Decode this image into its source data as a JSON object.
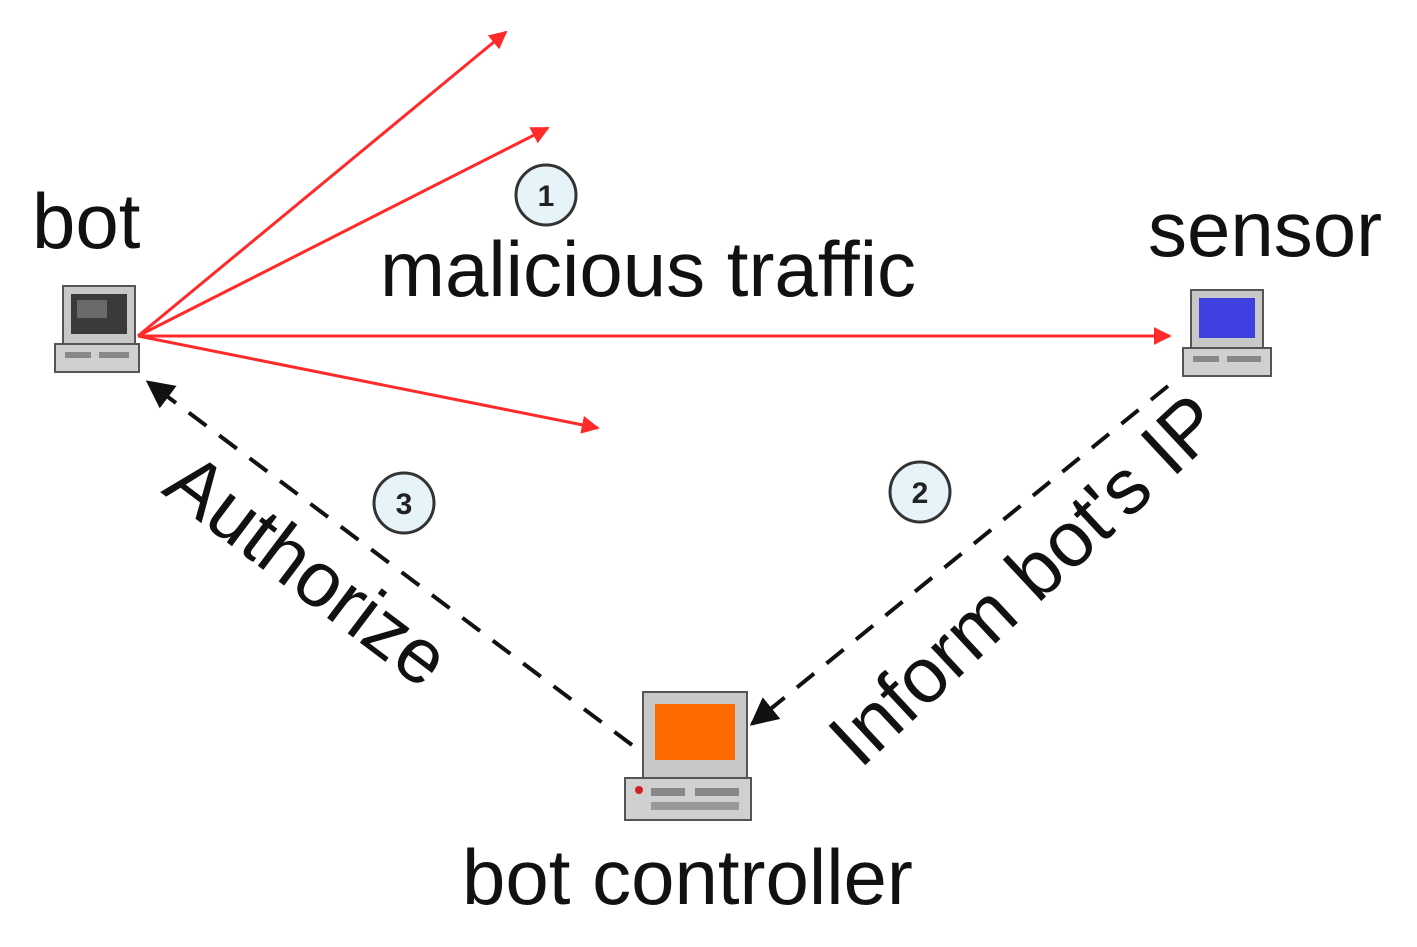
{
  "nodes": {
    "bot": {
      "label": "bot",
      "screen_color": "#3a3a3a"
    },
    "sensor": {
      "label": "sensor",
      "screen_color": "#4040e0"
    },
    "controller": {
      "label": "bot controller",
      "screen_color": "#ff6a00"
    }
  },
  "edges": {
    "traffic": {
      "label": "malicious traffic",
      "step": "1",
      "color": "#ff2a2a"
    },
    "inform": {
      "label": "Inform bot's IP",
      "step": "2"
    },
    "authorize": {
      "label": "Authorize",
      "step": "3"
    }
  },
  "colors": {
    "step_circle_fill": "#e6f3f8",
    "step_circle_stroke": "#333333",
    "dashed_line": "#111111"
  }
}
